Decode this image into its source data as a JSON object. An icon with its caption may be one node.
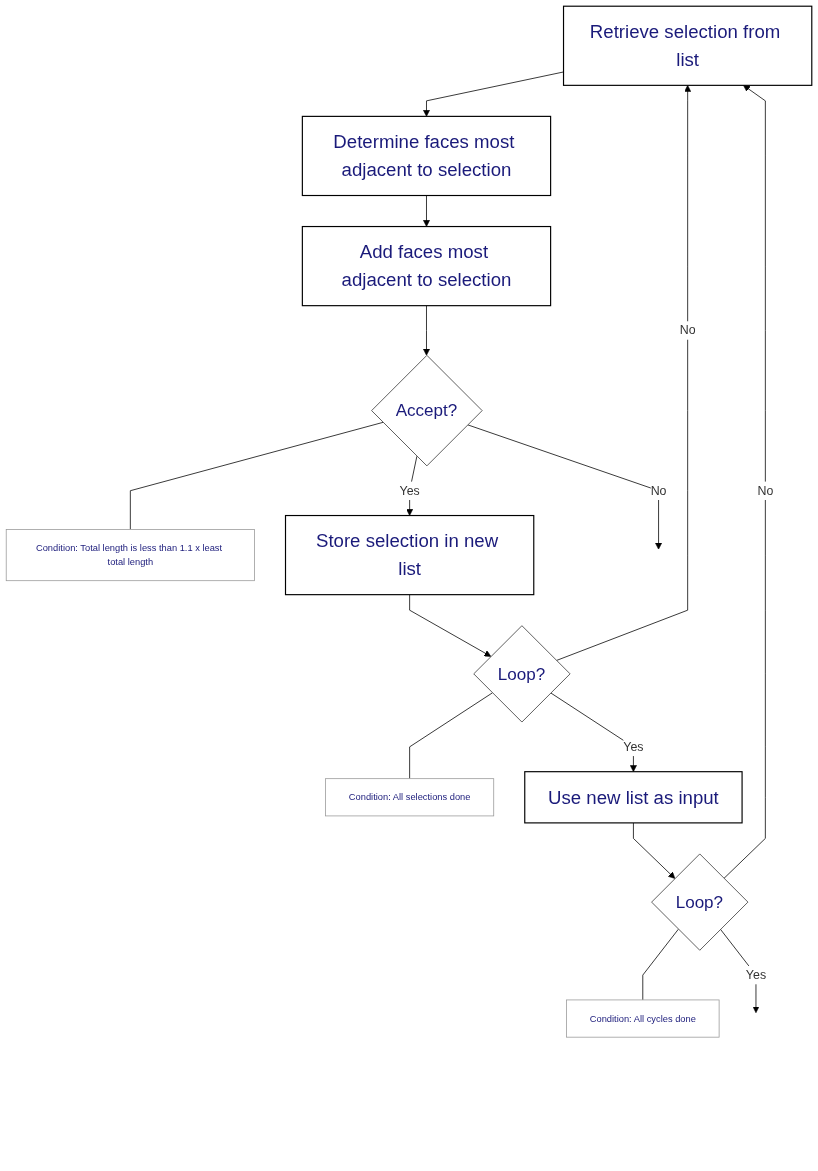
{
  "diagram": {
    "nodes": [
      {
        "text": [
          "Retrieve selection from list"
        ]
      },
      {
        "text": [
          "Determine faces most adjacent to selection"
        ]
      },
      {
        "text": [
          "Add faces most adjacent to selection"
        ]
      },
      {
        "text": [
          "Accept?"
        ]
      },
      {
        "text": [
          "Condition: Total length is less than 1.1 x least total length"
        ]
      },
      {
        "text": [
          "Store selection in new list"
        ]
      },
      {
        "text": [
          "Loop?"
        ]
      },
      {
        "text": [
          "Condition: All selections done"
        ]
      },
      {
        "text": [
          "Use new list as input"
        ]
      },
      {
        "text": [
          "Loop?"
        ]
      },
      {
        "text": [
          "Condition: All cycles done"
        ]
      }
    ],
    "edges": [
      {
        "from": 0,
        "to": 1,
        "arrow": "to"
      },
      {
        "from": 1,
        "to": 2,
        "arrow": "to"
      },
      {
        "from": 2,
        "to": 3,
        "arrow": "to"
      },
      {
        "from": 3,
        "to": 4,
        "arrow": "none"
      },
      {
        "from": 3,
        "to": null,
        "arrow": "to",
        "label": "No"
      },
      {
        "from": 3,
        "to": 5,
        "arrow": "to",
        "label": "Yes"
      },
      {
        "from": 5,
        "to": 6,
        "arrow": "to"
      },
      {
        "from": 6,
        "to": 7,
        "arrow": "none"
      },
      {
        "from": 6,
        "to": 0,
        "arrow": "to",
        "label": "No"
      },
      {
        "from": 6,
        "to": 8,
        "arrow": "to",
        "label": "Yes"
      },
      {
        "from": 8,
        "to": 9,
        "arrow": "to"
      },
      {
        "from": 9,
        "to": 10,
        "arrow": "none"
      },
      {
        "from": 9,
        "to": 0,
        "arrow": "to",
        "label": "No"
      },
      {
        "from": 9,
        "to": null,
        "arrow": "to",
        "label": "Yes"
      }
    ]
  }
}
